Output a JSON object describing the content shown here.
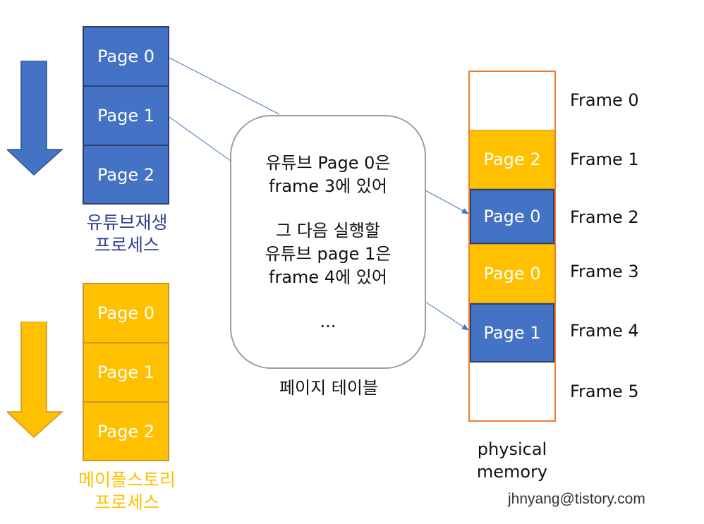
{
  "youtube_process": {
    "pages": [
      "Page 0",
      "Page 1",
      "Page 2"
    ],
    "label_line1": "유튜브재생",
    "label_line2": "프로세스",
    "color": "#4472C4"
  },
  "maplestory_process": {
    "pages": [
      "Page 0",
      "Page 1",
      "Page 2"
    ],
    "label_line1": "메이플스토리",
    "label_line2": "프로세스",
    "color": "#FFC000"
  },
  "page_table": {
    "lines": [
      "유튜브 Page 0은",
      "frame 3에 있어",
      "그 다음 실행할",
      "유튜브 page 1은",
      "frame 4에 있어",
      "..."
    ],
    "label": "페이지 테이블"
  },
  "physical_memory": {
    "frames": [
      {
        "label": "Frame 0",
        "page": "",
        "color": "empty"
      },
      {
        "label": "Frame 1",
        "page": "Page 2",
        "color": "gold"
      },
      {
        "label": "Frame 2",
        "page": "Page 0",
        "color": "blue"
      },
      {
        "label": "Frame 3",
        "page": "Page 0",
        "color": "gold"
      },
      {
        "label": "Frame 4",
        "page": "Page 1",
        "color": "blue"
      },
      {
        "label": "Frame 5",
        "page": "",
        "color": "empty"
      }
    ],
    "label_line1": "physical",
    "label_line2": "memory",
    "border_color": "#ED7D31"
  },
  "watermark": "jhnyang@tistory.com",
  "icons": [
    "down-arrow-icon"
  ]
}
